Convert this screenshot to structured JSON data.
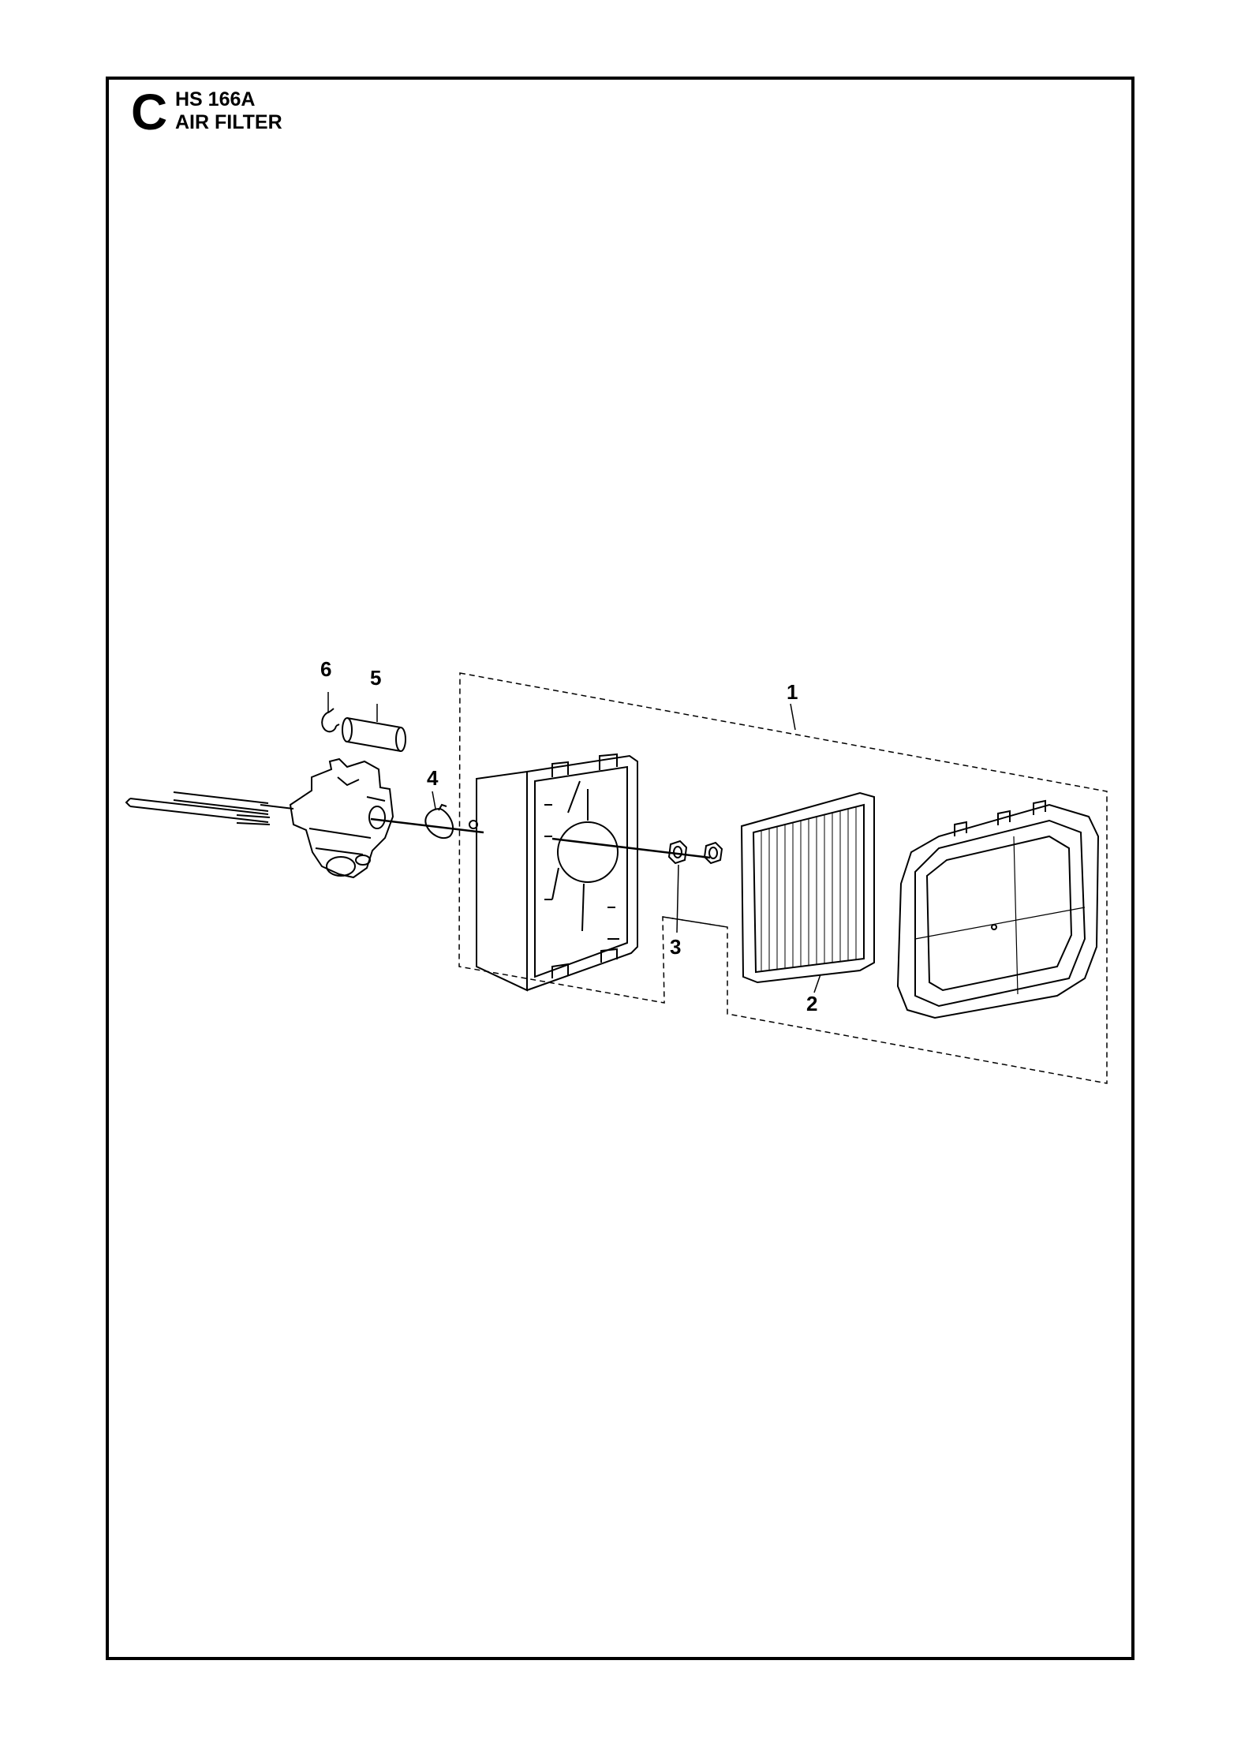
{
  "header": {
    "section_letter": "C",
    "model": "HS 166A",
    "title": "AIR FILTER"
  },
  "callouts": [
    "1",
    "2",
    "3",
    "4",
    "5",
    "6"
  ],
  "colors": {
    "line": "#000000",
    "background": "#ffffff"
  }
}
